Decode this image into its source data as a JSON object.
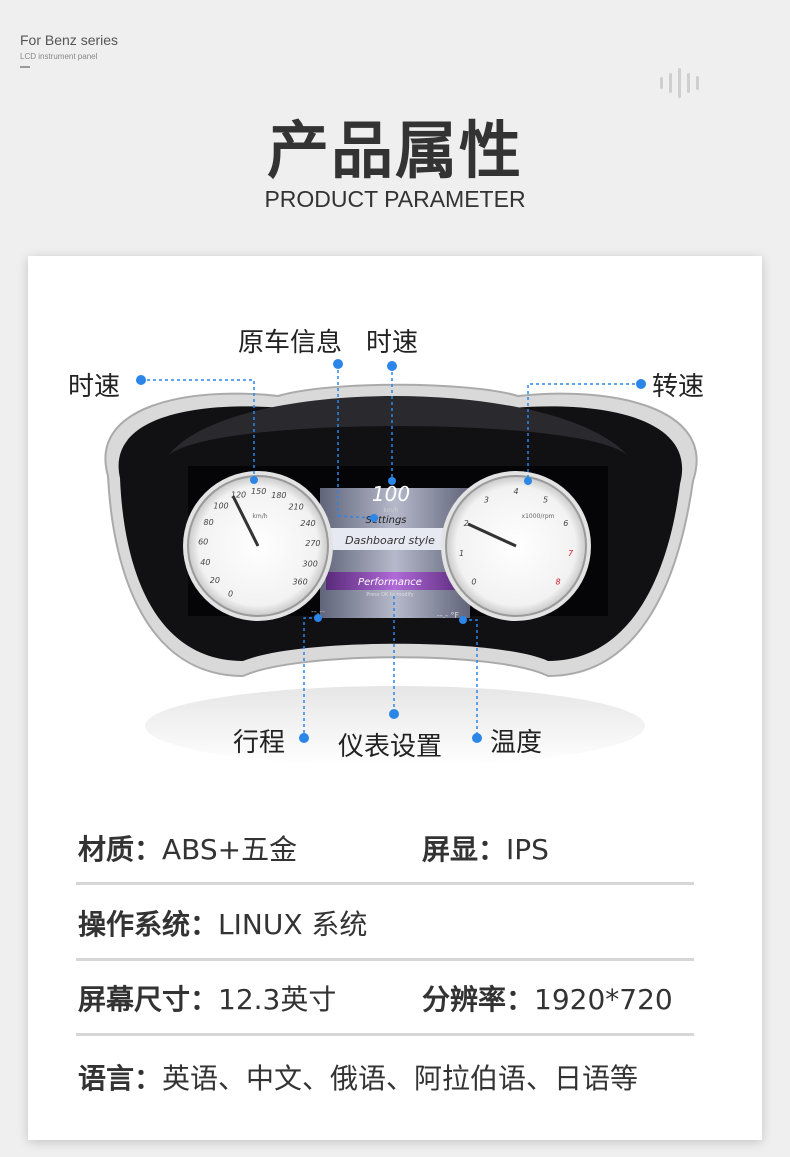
{
  "header": {
    "brand_line1": "For Benz series",
    "brand_line2": "LCD instrument panel",
    "title": "产品属性",
    "subtitle": "PRODUCT PARAMETER"
  },
  "callouts": {
    "speed_left": "时速",
    "original_info": "原车信息",
    "speed_center": "时速",
    "rpm": "转速",
    "mileage": "行程",
    "dash_settings": "仪表设置",
    "temperature": "温度"
  },
  "cluster": {
    "speed_readout": "100",
    "speed_unit": "km/h",
    "menu_item1": "Settings",
    "menu_item2": "Dashboard style",
    "menu_item3": "Performance",
    "menu_hint": "Press OK to modify",
    "left_gauge_ticks": [
      "0",
      "20",
      "40",
      "60",
      "80",
      "100",
      "120",
      "150",
      "180",
      "210",
      "240",
      "270",
      "300",
      "360"
    ],
    "left_gauge_unit": "km/h",
    "right_gauge_ticks": [
      "0",
      "1",
      "2",
      "3",
      "4",
      "5",
      "6",
      "7",
      "8"
    ],
    "right_gauge_unit": "x1000/rpm",
    "trip_readout": "--.--",
    "temp_readout": "--.- °F"
  },
  "specs": [
    {
      "key": "材质：",
      "value": "ABS+五金",
      "key2": "屏显：",
      "value2": "IPS"
    },
    {
      "key": "操作系统：",
      "value": "LINUX 系统"
    },
    {
      "key": "屏幕尺寸：",
      "value": "12.3英寸",
      "key2": "分辨率：",
      "value2": "1920*720"
    },
    {
      "key": "语言：",
      "value": "英语、中文、俄语、阿拉伯语、日语等"
    }
  ],
  "colors": {
    "callout_blue": "#2b86e8",
    "background": "#efefef",
    "card": "#ffffff"
  }
}
